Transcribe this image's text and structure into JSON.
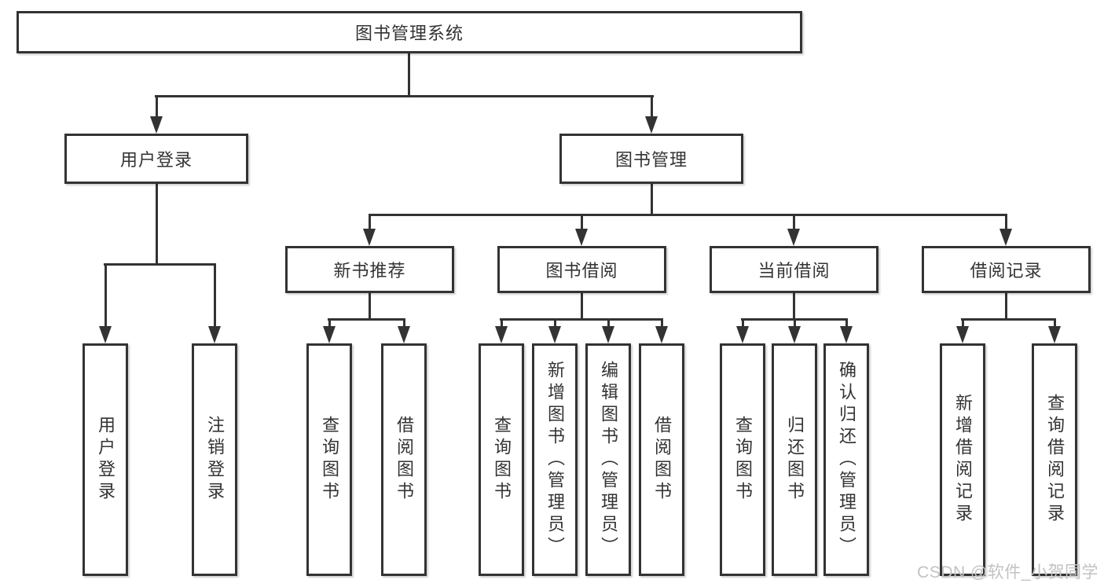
{
  "title": "图书管理系统",
  "level2": {
    "user_login": "用户登录",
    "book_mgmt": "图书管理"
  },
  "level3": {
    "new_books": "新书推荐",
    "borrowing": "图书借阅",
    "current": "当前借阅",
    "records": "借阅记录"
  },
  "leaves": {
    "user_login": [
      "用户登录",
      "注销登录"
    ],
    "new_books": [
      "查询图书",
      "借阅图书"
    ],
    "borrowing": [
      "查询图书",
      "新增图书（管理员）",
      "编辑图书（管理员）",
      "借阅图书"
    ],
    "current": [
      "查询图书",
      "归还图书",
      "确认归还（管理员）"
    ],
    "records": [
      "新增借阅记录",
      "查询借阅记录"
    ]
  },
  "watermark": "CSDN @软件_小贺同学",
  "colors": {
    "line": "#333333",
    "text": "#333333",
    "watermark": "#c2c2c2",
    "background": "#ffffff"
  }
}
